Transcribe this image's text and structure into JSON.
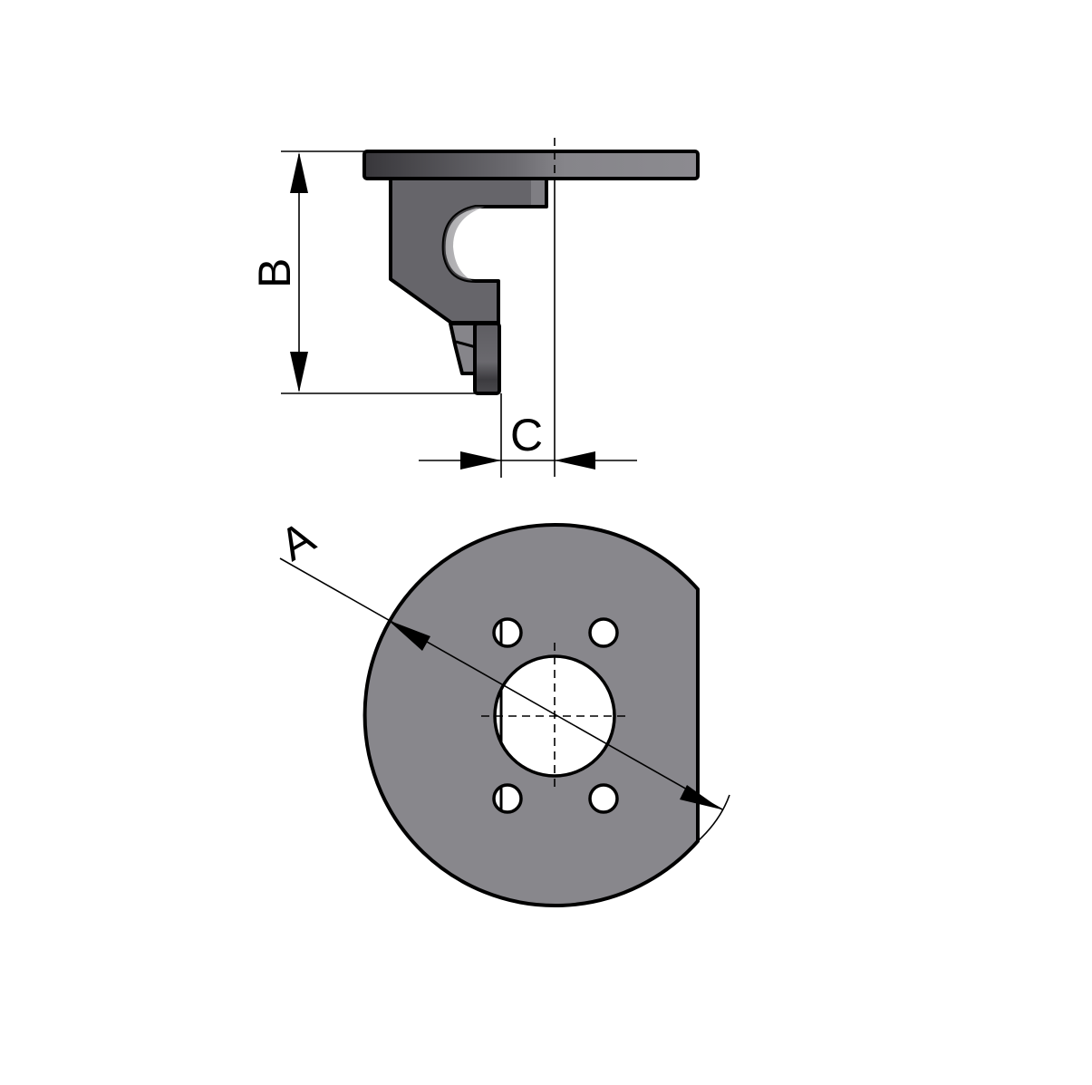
{
  "drawing": {
    "type": "technical-dimension-drawing",
    "views": [
      {
        "name": "side-view",
        "description": "Bracket with top flange, C-shaped hook and lower tab"
      },
      {
        "name": "top-view",
        "description": "Circular flange with one flat side, central bore and four bolt holes"
      }
    ],
    "dimensions": {
      "A": {
        "label": "A",
        "meaning": "flange diameter"
      },
      "B": {
        "label": "B",
        "meaning": "overall height"
      },
      "C": {
        "label": "C",
        "meaning": "offset from centerline to front face"
      }
    },
    "colors": {
      "background": "#ffffff",
      "part_fill_flat": "#88878c",
      "part_fill_dark": "#3a393d",
      "part_fill_mid": "#66656a",
      "outline": "#000000"
    },
    "bolt_hole_count": 4
  }
}
